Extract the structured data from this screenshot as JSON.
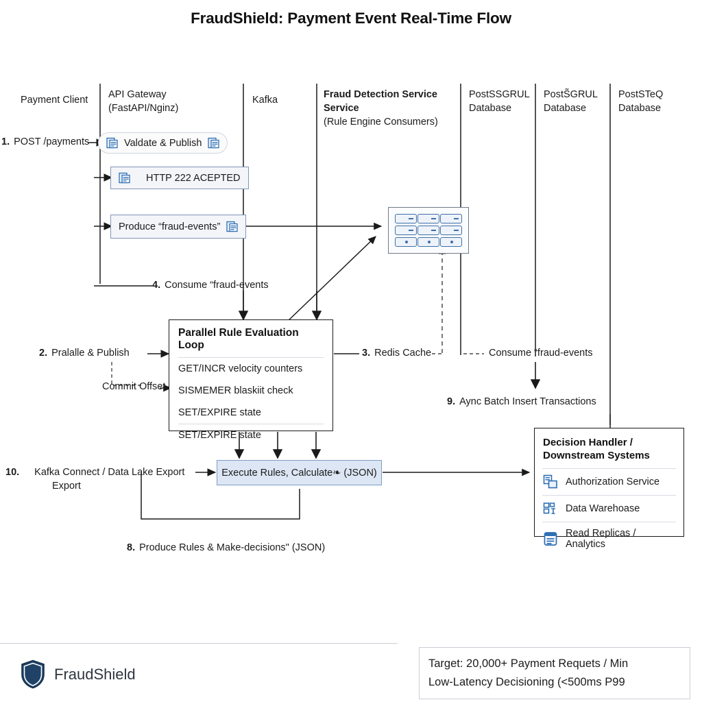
{
  "title": "FraudShield: Payment Event Real-Time Flow",
  "lifelines": [
    {
      "id": "payment-client",
      "label": "Payment Client",
      "sub": "",
      "bold": false
    },
    {
      "id": "api-gateway",
      "label": "API Gateway",
      "sub": "(FastAPI/Nginz)",
      "bold": false
    },
    {
      "id": "kafka",
      "label": "Kafka",
      "sub": "",
      "bold": false
    },
    {
      "id": "fraud-detection",
      "label": "Fraud Detection Service",
      "line2": "Service",
      "sub": "(Rule Engine Consumers)",
      "bold": true
    },
    {
      "id": "postgres-1",
      "label": "PostSSGRUL",
      "sub": "Database",
      "bold": false
    },
    {
      "id": "postgres-2",
      "label": "PostS̃GRUL",
      "sub": "Database",
      "bold": false
    },
    {
      "id": "postgres-3",
      "label": "PostSTeQ",
      "sub": "Database",
      "bold": false
    }
  ],
  "messages": {
    "validate_publish": "Valdate & Publish",
    "http_accepted": "HTTP 222 ACEPTED",
    "produce_fraud_events": "Produce “fraud-events”",
    "execute_rules": "Execute Rules, Calculate❧ (JSON)"
  },
  "steps": {
    "s1_num": "1.",
    "s1_label": "POST /payments",
    "s2_num": "2.",
    "s2_label": "Pralalle & Publish",
    "s3_num": "3.",
    "s3_label": "Redis Cache",
    "s4_num": "4.",
    "s4_label": "Consume “fraud-events",
    "s8_num": "8.",
    "s8_label": "Produce Rules & Make-decisions\" (JSON)",
    "s9_num": "9.",
    "s9_label": "Aync Batch Insert Transactions",
    "s10_num": "10.",
    "s10_label": "Kafka Connect / Data Lake Export",
    "s10_label2": "Export",
    "commit_offset": "Commit Offset",
    "consume_fraud_events_right": "Consume “fraud-events"
  },
  "loop": {
    "title": "Parallel Rule Evaluation Loop",
    "items": [
      "GET/INCR velocity counters",
      "SISMEMER blaskiit check",
      "SET/EXPIRE state",
      "SET/EXPIRE state"
    ]
  },
  "panel": {
    "title_line1": "Decision Handler /",
    "title_line2": "Downstream Systems",
    "items": [
      {
        "icon": "authorization-service-icon",
        "label": "Authorization Service"
      },
      {
        "icon": "data-warehouse-icon",
        "label": "Data Warehoase"
      },
      {
        "icon": "read-replicas-icon",
        "label": "Read Replicas / Analytics"
      }
    ]
  },
  "footer": {
    "brand": "FraudShield",
    "target_line1": "Target: 20,000+ Payment Requets / Min",
    "target_line2": "Low-Latency Decisioning (<500ms P99"
  },
  "colors": {
    "accent_blue": "#2f6fb5",
    "box_fill": "#f3f5f9",
    "box_border": "#8196b8",
    "accent_fill": "#dce6f4",
    "brand_navy": "#1f4266",
    "line": "#1a1a1a"
  }
}
